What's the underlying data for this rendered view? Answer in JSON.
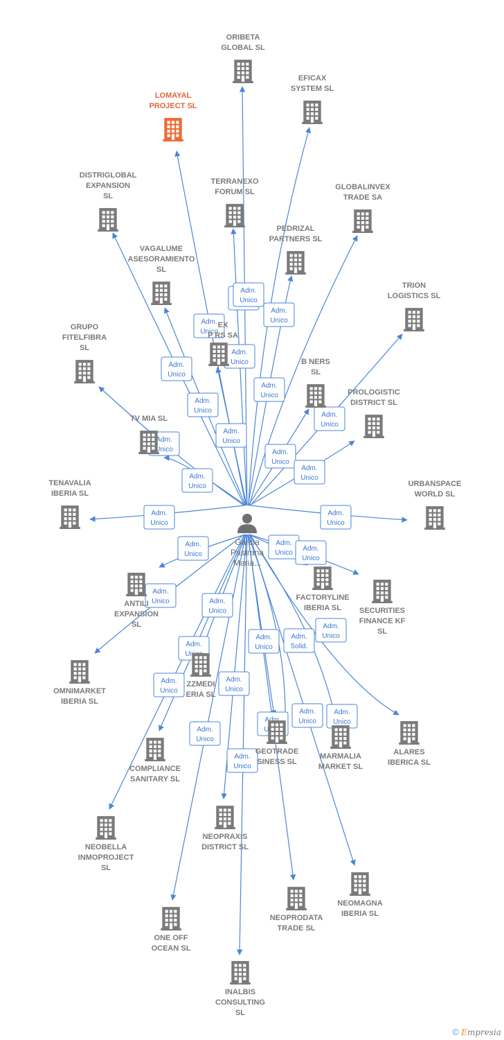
{
  "center": {
    "name_lines": [
      "Garcia",
      "Pastrana",
      "Maria..."
    ],
    "icon": "person-icon"
  },
  "companies": [
    {
      "id": "oribeta",
      "lines": [
        "ORIBETA",
        "GLOBAL  SL"
      ],
      "icon": "building-icon"
    },
    {
      "id": "eficax",
      "lines": [
        "EFICAX",
        "SYSTEM SL"
      ],
      "icon": "building-icon"
    },
    {
      "id": "lomayal",
      "lines": [
        "LOMAYAL",
        "PROJECT  SL"
      ],
      "icon": "building-icon",
      "highlight": true
    },
    {
      "id": "distriglobal",
      "lines": [
        "DISTRIGLOBAL",
        "EXPANSION",
        "SL"
      ],
      "icon": "building-icon"
    },
    {
      "id": "terranexo",
      "lines": [
        "TERRANEXO",
        "FORUM  SL"
      ],
      "icon": "building-icon"
    },
    {
      "id": "globalinvex",
      "lines": [
        "GLOBALINVEX",
        "TRADE SA"
      ],
      "icon": "building-icon"
    },
    {
      "id": "pedrizal",
      "lines": [
        "PEDRIZAL",
        "PARTNERS  SL"
      ],
      "icon": "building-icon"
    },
    {
      "id": "vagalume",
      "lines": [
        "VAGALUME",
        "ASESORAMIENTO",
        "SL"
      ],
      "icon": "building-icon"
    },
    {
      "id": "trion",
      "lines": [
        "TRION",
        "LOGISTICS  SL"
      ],
      "icon": "building-icon"
    },
    {
      "id": "grupo-fitelfibra",
      "lines": [
        "GRUPO",
        "FITELFIBRA",
        "SL"
      ],
      "icon": "building-icon"
    },
    {
      "id": "ex-partners",
      "lines": [
        "EX",
        "P          RS SA"
      ],
      "icon": "building-icon"
    },
    {
      "id": "b-partners",
      "lines": [
        "B          NERS",
        "SL"
      ],
      "icon": "building-icon"
    },
    {
      "id": "prologistic",
      "lines": [
        "PROLOGISTIC",
        "DISTRICT  SL"
      ],
      "icon": "building-icon"
    },
    {
      "id": "tv-mia",
      "lines": [
        "TV MIA  SL"
      ],
      "icon": "building-icon"
    },
    {
      "id": "tenavalia",
      "lines": [
        "TENAVALIA",
        "IBERIA  SL"
      ],
      "icon": "building-icon"
    },
    {
      "id": "urbanspace",
      "lines": [
        "URBANSPACE",
        "WORLD  SL"
      ],
      "icon": "building-icon"
    },
    {
      "id": "factoryline",
      "lines": [
        "FACTORYLINE",
        "IBERIA  SL"
      ],
      "icon": "building-icon"
    },
    {
      "id": "securities",
      "lines": [
        "SECURITIES",
        "FINANCE KF",
        "SL"
      ],
      "icon": "building-icon"
    },
    {
      "id": "antili",
      "lines": [
        "ANTILI",
        "EXPANSION",
        "SL"
      ],
      "icon": "building-icon"
    },
    {
      "id": "omnimarket",
      "lines": [
        "OMNIMARKET",
        "IBERIA  SL"
      ],
      "icon": "building-icon"
    },
    {
      "id": "buzzmedia",
      "lines": [
        "ZZMEDI",
        "ERIA  SL"
      ],
      "icon": "building-icon"
    },
    {
      "id": "geotrade",
      "lines": [
        "GEOTRADE",
        "SINESS  SL"
      ],
      "icon": "building-icon"
    },
    {
      "id": "marmalia",
      "lines": [
        "MARMALIA",
        "MARKET  SL"
      ],
      "icon": "building-icon"
    },
    {
      "id": "alares",
      "lines": [
        "ALARES",
        "IBERICA  SL"
      ],
      "icon": "building-icon"
    },
    {
      "id": "compliance",
      "lines": [
        "COMPLIANCE",
        "SANITARY  SL"
      ],
      "icon": "building-icon"
    },
    {
      "id": "neobella",
      "lines": [
        "NEOBELLA",
        "INMOPROJECT",
        "SL"
      ],
      "icon": "building-icon"
    },
    {
      "id": "neopraxis",
      "lines": [
        "NEOPRAXIS",
        "DISTRICT  SL"
      ],
      "icon": "building-icon"
    },
    {
      "id": "neomagna",
      "lines": [
        "NEOMAGNA",
        "IBERIA  SL"
      ],
      "icon": "building-icon"
    },
    {
      "id": "neoprodata",
      "lines": [
        "NEOPRODATA",
        "TRADE  SL"
      ],
      "icon": "building-icon"
    },
    {
      "id": "one-off",
      "lines": [
        "ONE OFF",
        "OCEAN  SL"
      ],
      "icon": "building-icon"
    },
    {
      "id": "inalbis",
      "lines": [
        "INALBIS",
        "CONSULTING",
        "SL"
      ],
      "icon": "building-icon"
    }
  ],
  "relations": [
    {
      "to": "oribeta",
      "lines": [
        "Adm.",
        "Unico"
      ]
    },
    {
      "to": "eficax",
      "lines": [
        "Adm.",
        "Unico"
      ]
    },
    {
      "to": "lomayal",
      "lines": [
        "Adm.",
        "Unico"
      ]
    },
    {
      "to": "distriglobal",
      "lines": [
        "Adm.",
        "Unico"
      ]
    },
    {
      "to": "terranexo",
      "lines": [
        "Adm.",
        "Unico"
      ]
    },
    {
      "to": "globalinvex",
      "lines": [
        "Adm.",
        "Unico"
      ]
    },
    {
      "to": "pedrizal",
      "lines": [
        "Adm.",
        "Unico"
      ]
    },
    {
      "to": "vagalume",
      "lines": [
        "Adm.",
        "Unico"
      ]
    },
    {
      "to": "trion",
      "lines": [
        "Adm.",
        "Unico"
      ]
    },
    {
      "to": "grupo-fitelfibra",
      "lines": [
        "Adm.",
        "Unico"
      ]
    },
    {
      "to": "ex-partners",
      "lines": [
        "Adm.",
        "Unico"
      ]
    },
    {
      "to": "b-partners",
      "lines": [
        "Adm.",
        "Unico"
      ]
    },
    {
      "to": "prologistic",
      "lines": [
        "Adm.",
        "Unico"
      ]
    },
    {
      "to": "tv-mia",
      "lines": [
        "Adm.",
        "Unico"
      ]
    },
    {
      "to": "tenavalia",
      "lines": [
        "Adm.",
        "Unico"
      ]
    },
    {
      "to": "urbanspace",
      "lines": [
        "Adm.",
        "Unico"
      ]
    },
    {
      "to": "factoryline",
      "lines": [
        "Adm.",
        "Unico"
      ]
    },
    {
      "to": "securities",
      "lines": [
        "Adm.",
        "Unico"
      ]
    },
    {
      "to": "antili",
      "lines": [
        "Adm.",
        "Unico"
      ]
    },
    {
      "to": "omnimarket",
      "lines": [
        "Adm.",
        "Unico"
      ]
    },
    {
      "to": "buzzmedia",
      "lines": [
        "Adm.",
        "Unico"
      ]
    },
    {
      "to": "geotrade",
      "lines": [
        "Adm.",
        "Unico"
      ]
    },
    {
      "to": "geotrade-2",
      "lines": [
        "Adm.",
        "Solid."
      ]
    },
    {
      "to": "marmalia",
      "lines": [
        "Adm.",
        "Unico"
      ]
    },
    {
      "to": "alares",
      "lines": [
        "Adm.",
        "Unico"
      ]
    },
    {
      "to": "compliance",
      "lines": [
        "Adm.",
        "Unico"
      ]
    },
    {
      "to": "neobella",
      "lines": [
        "Adm.",
        "Unico"
      ]
    },
    {
      "to": "neopraxis",
      "lines": [
        "Adm.",
        "Unico"
      ]
    },
    {
      "to": "neomagna",
      "lines": [
        "Adm.",
        "Unico"
      ]
    },
    {
      "to": "neoprodata",
      "lines": [
        "Adm.",
        "Unico"
      ]
    },
    {
      "to": "one-off",
      "lines": [
        "Adm.",
        "Unico"
      ]
    },
    {
      "to": "inalbis",
      "lines": [
        "Adm.",
        "Unico"
      ]
    }
  ],
  "colors": {
    "edge": "#4a86d8",
    "building": "#7a7a7a",
    "highlight": "#f06a32"
  },
  "footer": {
    "copyright": "©",
    "brand_first": "E",
    "brand_rest": "mpresia"
  }
}
